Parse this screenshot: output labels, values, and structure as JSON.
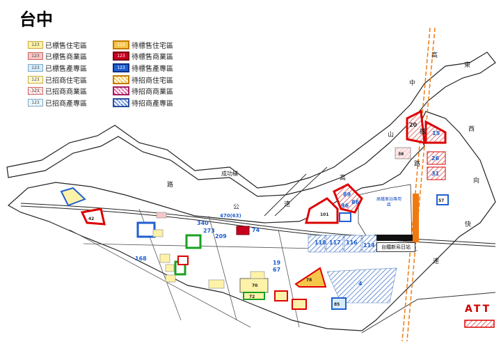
{
  "title": "台中",
  "legend": [
    {
      "num": "123",
      "label": "已標售住宅區",
      "fill": "#fdf2a8",
      "border": "#c9a93a",
      "hatch": false,
      "pending": false
    },
    {
      "num": "123",
      "label": "待標售住宅區",
      "fill": "#f6c64a",
      "border": "#c47a00",
      "hatch": false,
      "pending": true
    },
    {
      "num": "123",
      "label": "已標售商業區",
      "fill": "#f7c7c7",
      "border": "#d06060",
      "hatch": false,
      "pending": false
    },
    {
      "num": "123",
      "label": "待標售商業區",
      "fill": "#c8001e",
      "border": "#7a0010",
      "hatch": false,
      "pending": true
    },
    {
      "num": "123",
      "label": "已標售產專區",
      "fill": "#d6ecfa",
      "border": "#7aa8c8",
      "hatch": false,
      "pending": false
    },
    {
      "num": "123",
      "label": "待標售產專區",
      "fill": "#1f5fd0",
      "border": "#0b2f80",
      "hatch": false,
      "pending": true
    },
    {
      "num": "123",
      "label": "已招商住宅區",
      "fill": "#fdf2a8",
      "border": "#c9a93a",
      "hatch": true,
      "pending": false
    },
    {
      "num": "123",
      "label": "待招商住宅區",
      "fill": "#f6c64a",
      "border": "#c47a00",
      "hatch": true,
      "pending": true
    },
    {
      "num": "123",
      "label": "已招商商業區",
      "fill": "#f7c7c7",
      "border": "#d06060",
      "hatch": true,
      "pending": false
    },
    {
      "num": "123",
      "label": "待招商商業區",
      "fill": "#e060a0",
      "border": "#a02060",
      "hatch": true,
      "pending": true
    },
    {
      "num": "123",
      "label": "已招商產專區",
      "fill": "#d6ecfa",
      "border": "#7aa8c8",
      "hatch": true,
      "pending": false
    },
    {
      "num": "123",
      "label": "待招商產專區",
      "fill": "#6a8fd8",
      "border": "#2a4fa0",
      "hatch": true,
      "pending": true
    }
  ],
  "roads": {
    "r1": "高",
    "r2": "中",
    "r3": "山",
    "r4": "東",
    "r5": "西",
    "r6": "向",
    "r7": "快",
    "r8": "速",
    "r9": "路",
    "r10": "成功橫",
    "r11": "公",
    "r12": "速",
    "r13": "路",
    "r14": "高",
    "r15": "鐵"
  },
  "station": "台鐵新烏日站",
  "hsr_area": "高鐵車站專用區",
  "att": "ATT",
  "parcels": {
    "p20": "20",
    "p15": "15",
    "p36": "36",
    "p26": "26",
    "p31": "31",
    "p101": "101",
    "p89": "89",
    "p96": "96",
    "p86": "86",
    "p118": "118",
    "p117": "117",
    "p116": "116",
    "p114": "114",
    "p4": "4",
    "p78": "78",
    "p70": "70",
    "p72": "72",
    "p85": "85",
    "p340": "340",
    "p273": "273",
    "p209": "209",
    "p470": "470(63)",
    "p74": "74",
    "p67": "67",
    "p19": "19",
    "p168": "168",
    "p57": "57",
    "p42": "42"
  }
}
